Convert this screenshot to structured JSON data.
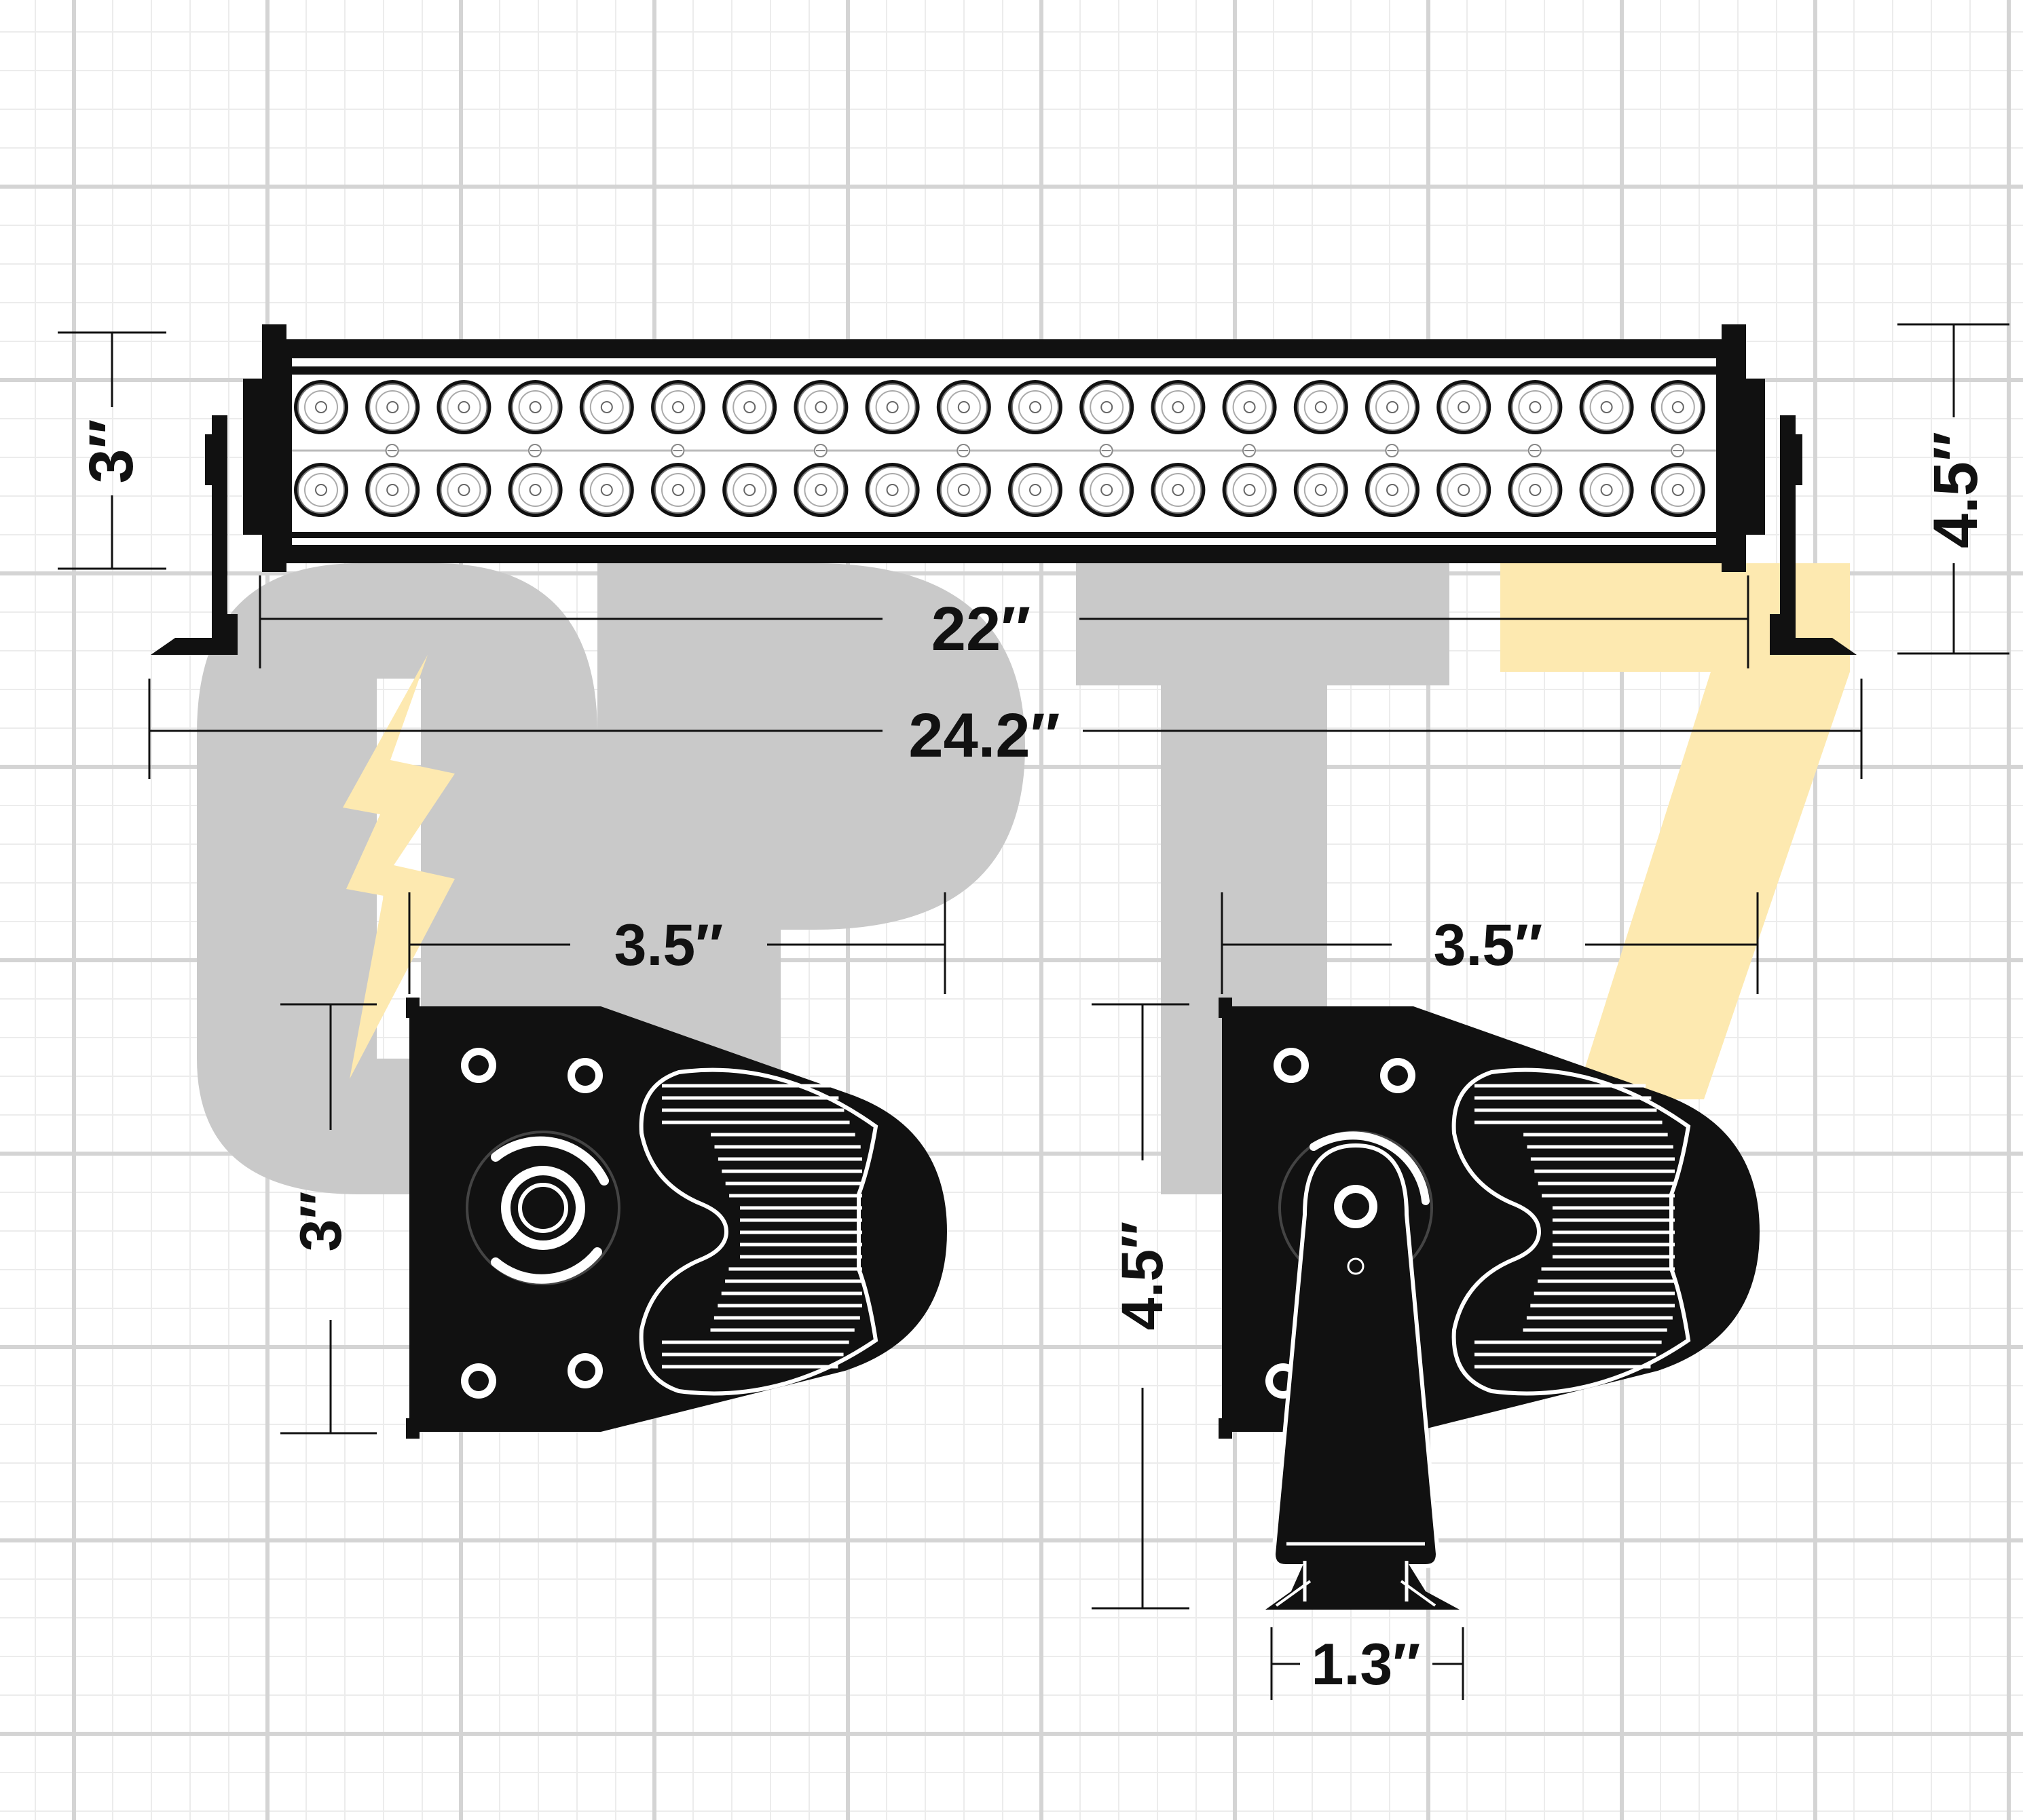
{
  "watermark": {
    "text": "OPT7",
    "gray": "#c9c9c9",
    "accent": "#fde9b0"
  },
  "colors": {
    "grid_major": "#d4d4d4",
    "grid_minor": "#ececec",
    "ink": "#111111",
    "lens_fill": "#ffffff"
  },
  "light_bar": {
    "led_columns": 20,
    "led_rows": 2,
    "dimensions": {
      "height_left": "3″",
      "height_right": "4.5″",
      "inner_width": "22″",
      "total_width": "24.2″"
    }
  },
  "side_view_left": {
    "width": "3.5″",
    "height": "3″"
  },
  "side_view_right": {
    "width": "3.5″",
    "height": "4.5″",
    "bracket_width": "1.3″"
  },
  "icons": [
    "lightning-bolt-icon",
    "led-lens-icon",
    "mounting-hole-icon",
    "heat-sink-fins-icon"
  ]
}
